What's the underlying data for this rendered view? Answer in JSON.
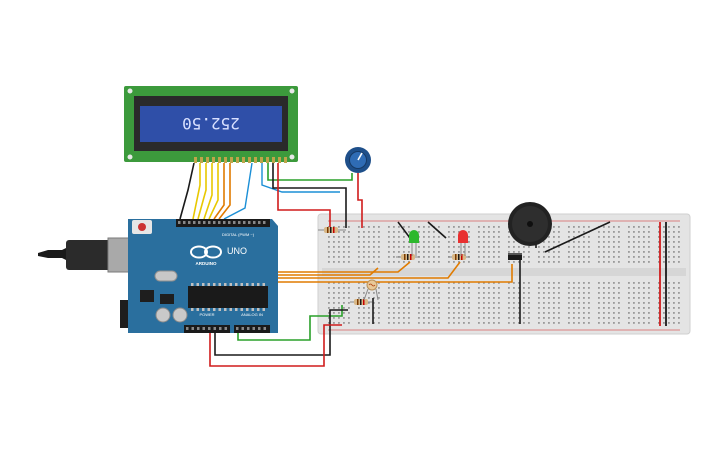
{
  "lcd": {
    "text": "252.50",
    "backlight_color": "#2f4fa8",
    "pcb_color": "#3c9a3c"
  },
  "arduino": {
    "brand_label": "ARDUINO",
    "model_label": "UNO",
    "digital_label": "DIGITAL (PWM ~)",
    "power_label": "POWER",
    "analog_label": "ANALOG IN",
    "board_color": "#2a6f9e"
  },
  "components": {
    "led_green_color": "#2db82d",
    "led_red_color": "#e83030",
    "potentiometer_color": "#1e4f8a",
    "buzzer_color": "#222222"
  },
  "wires": {
    "red": "#d01c1c",
    "black": "#1a1a1a",
    "yellow": "#e8c800",
    "orange": "#e07b00",
    "green": "#2aa02a",
    "blue": "#1b8fd6"
  }
}
